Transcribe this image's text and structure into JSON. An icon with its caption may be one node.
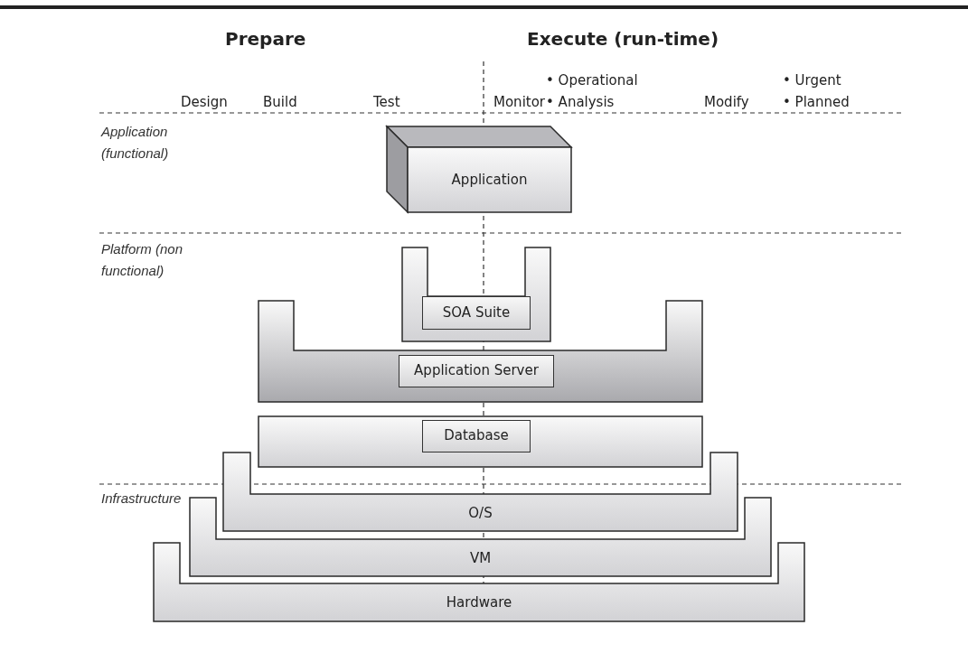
{
  "diagram": {
    "nodes": [
      {
        "text": [
          "Application"
        ]
      },
      {
        "text": [
          "SOA Suite"
        ]
      },
      {
        "text": [
          "Application Server"
        ]
      },
      {
        "text": [
          "Database"
        ]
      },
      {
        "text": [
          "O/S"
        ]
      },
      {
        "text": [
          "VM"
        ]
      },
      {
        "text": [
          "Hardware"
        ]
      }
    ],
    "edges": [],
    "labels": [
      "Prepare",
      "Execute (run-time)",
      "• Operational",
      "• Urgent",
      "Design",
      "Build",
      "Test",
      "Monitor",
      "• Analysis",
      "Modify",
      "• Planned",
      "Application (functional)",
      "Platform (non functional)",
      "Infrastructure"
    ]
  }
}
